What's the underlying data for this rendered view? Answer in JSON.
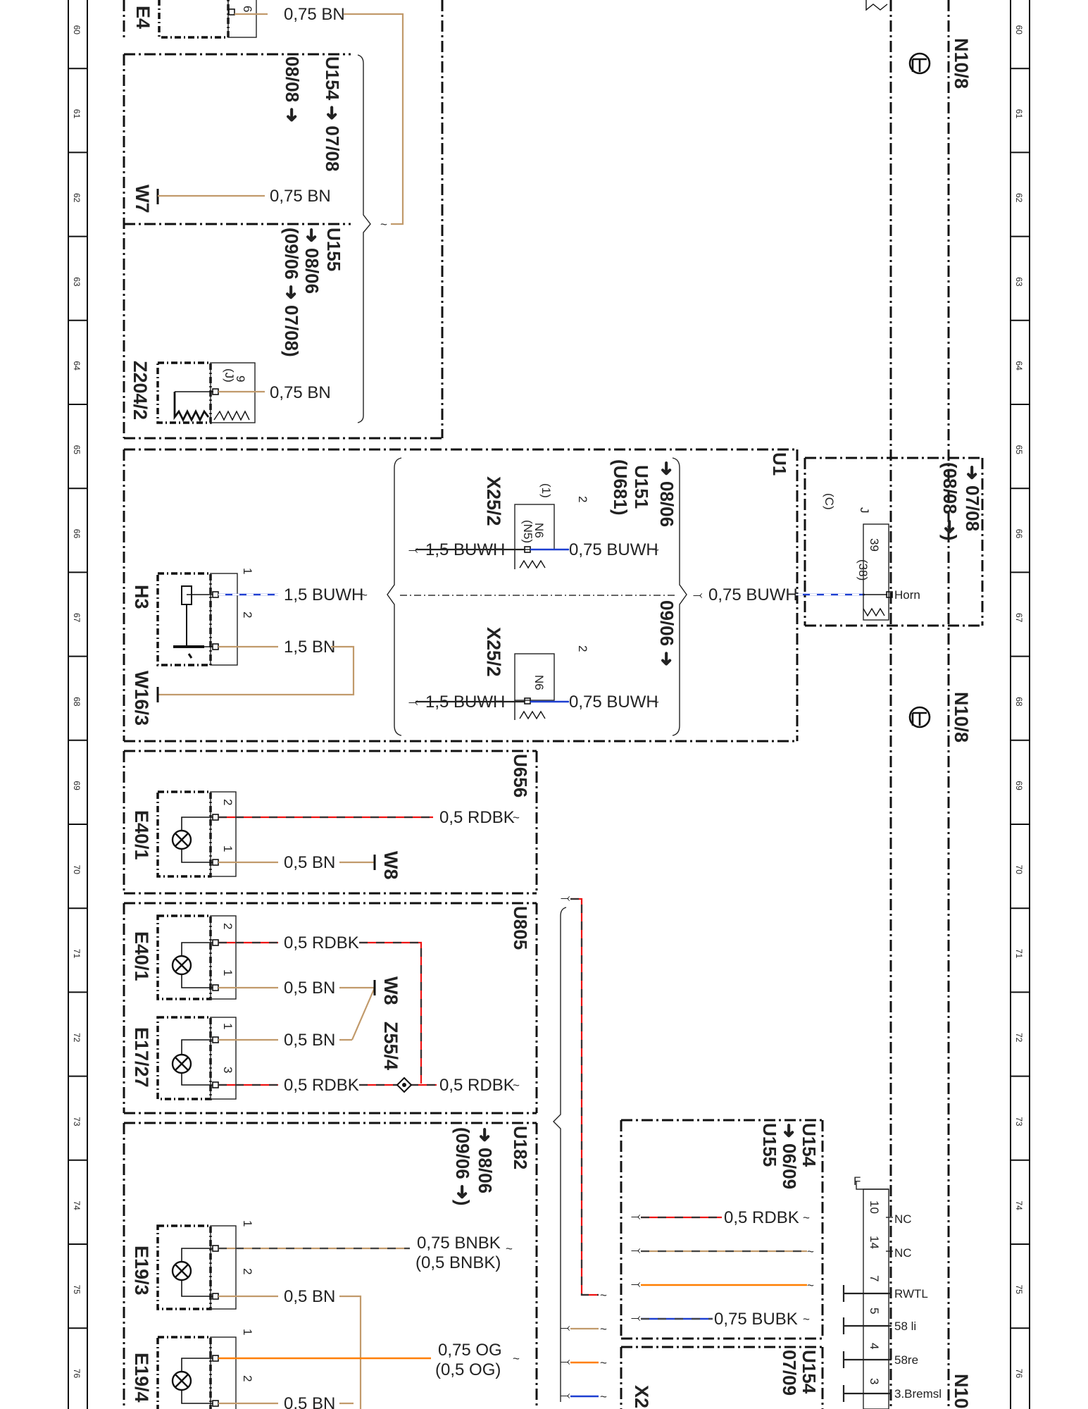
{
  "ruler_rows": [
    "60",
    "61",
    "62",
    "63",
    "64",
    "65",
    "66",
    "67",
    "68",
    "69",
    "70",
    "71",
    "72",
    "73",
    "74",
    "75",
    "76"
  ],
  "components": {
    "E4": "E4",
    "W7": "W7",
    "Z204_2": "Z204/2",
    "H3": "H3",
    "W16_3": "W16/3",
    "E40_1a": "E40/1",
    "W8a": "W8",
    "E40_1b": "E40/1",
    "W8b": "W8",
    "E17_27": "E17/27",
    "Z55_4": "Z55/4",
    "E19_3": "E19/3",
    "E19_4": "E19/4",
    "X25_2a": "X25/2",
    "X25_2b": "X25/2",
    "N10_8a": "N10/8",
    "N10_8b": "N10/8",
    "N10": "N10",
    "X2": "X2"
  },
  "codes": {
    "u154a": "U154 ➜ 07/08",
    "u154a_sub": "08/08 ➜",
    "u155a": "U155",
    "u155a_l1": "➜ 08/06",
    "u155a_l2": "(09/06 ➜ 07/08)",
    "u1": "U1",
    "u151_l1": "➜ 08/06",
    "u151_l2": "U151",
    "u151_l3": "(U681)",
    "c0906": "09/06 ➜",
    "r0708": "➜ 07/08",
    "r0808": "(08/08 ➜)",
    "u656": "U656",
    "u805": "U805",
    "u182": "U182",
    "u182_l1": "➜ 08/06",
    "u182_l2": "(09/06 ➜)",
    "u154b_l1": "U154",
    "u154b_l2": "➜ 06/09",
    "u154b_l3": "U155",
    "u154c_l1": "U154",
    "u154c_l2": "07/09"
  },
  "wires": {
    "w1": "0,75 BN",
    "w2": "0,75 BN",
    "w3": "0,75 BN",
    "w4": "1,5 BUWH",
    "w5": "1,5 BN",
    "w6": "1,5 BUWH",
    "w7": "0,75 BUWH",
    "w8": "1,5 BUWH",
    "w9": "0,75 BUWH",
    "w10": "0,75 BUWH",
    "w11": "0,5 RDBK",
    "w12": "0,5 BN",
    "w13": "0,5 RDBK",
    "w14": "0,5 BN",
    "w15": "0,5 BN",
    "w16": "0,5 RDBK",
    "w17": "0,5 RDBK",
    "w18a": "0,75 BNBK",
    "w18b": "(0,5 BNBK)",
    "w19": "0,5 BN",
    "w20a": "0,75 OG",
    "w20b": "(0,5 OG)",
    "w21": "0,5 BN",
    "w22": "0,5 RDBK",
    "w23": "0,75 BUBK"
  },
  "pins": {
    "e4_pin": "6",
    "z204_pin": "9",
    "z204_j": "(J)",
    "h3_p1": "1",
    "h3_p2": "2",
    "x25a_pin": "2",
    "x25a_p1": "(1)",
    "x25a_n": "N6",
    "x25a_n2": "(N5)",
    "x25b_pin": "2",
    "x25b_n": "N6",
    "horn_j": "J",
    "horn_c": "(C)",
    "horn_p1": "39",
    "horn_p2": "(38)",
    "horn": "Horn",
    "e40a_p2": "2",
    "e40a_p1": "1",
    "e40b_p2": "2",
    "e40b_p1": "1",
    "e17_p1": "1",
    "e17_p3": "3",
    "e19_3_p1": "1",
    "e19_3_p2": "2",
    "e19_4_p1": "1",
    "e19_4_p2": "2",
    "f_lab": "F",
    "n10_p10": "10",
    "n10_p14": "14",
    "n10_p7": "7",
    "n10_p5": "5",
    "n10_p4": "4",
    "n10_p3": "3",
    "nc1": "NC",
    "nc2": "NC",
    "rwtl": "RWTL",
    "s58li": "58 li",
    "s58re": "58re",
    "brems": "3.Bremsl"
  }
}
